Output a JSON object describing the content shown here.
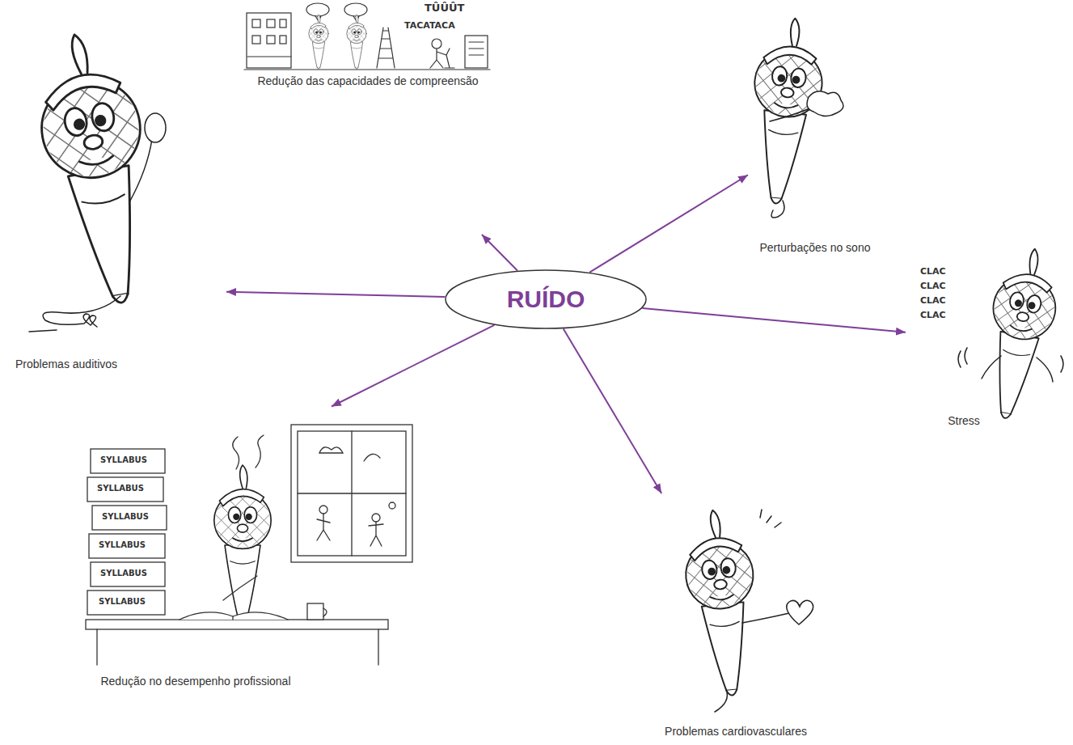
{
  "diagram": {
    "nodes": [
      {
        "text": [
          "RUÍDO"
        ]
      },
      {
        "text": [
          "Redução das capacidades de compreensão"
        ]
      },
      {
        "text": [
          "Perturbações no sono"
        ]
      },
      {
        "text": [
          "Stress"
        ]
      },
      {
        "text": [
          "Problemas cardiovasculares"
        ]
      },
      {
        "text": [
          "Redução no desempenho profissional"
        ]
      },
      {
        "text": [
          "Problemas auditivos"
        ]
      }
    ],
    "edges": [
      {
        "from": 0,
        "to": 1,
        "arrow": "to"
      },
      {
        "from": 0,
        "to": 2,
        "arrow": "to"
      },
      {
        "from": 0,
        "to": 3,
        "arrow": "to"
      },
      {
        "from": 0,
        "to": 4,
        "arrow": "to"
      },
      {
        "from": 0,
        "to": 5,
        "arrow": "to"
      },
      {
        "from": 0,
        "to": 6,
        "arrow": "to"
      }
    ],
    "labels": [
      "TÛÛÛT",
      "TACATACA",
      "CLAC",
      "CLAC",
      "CLAC",
      "CLAC",
      "SYLLABUS",
      "SYLLABUS",
      "SYLLABUS",
      "SYLLABUS",
      "SYLLABUS",
      "SYLLABUS"
    ]
  }
}
